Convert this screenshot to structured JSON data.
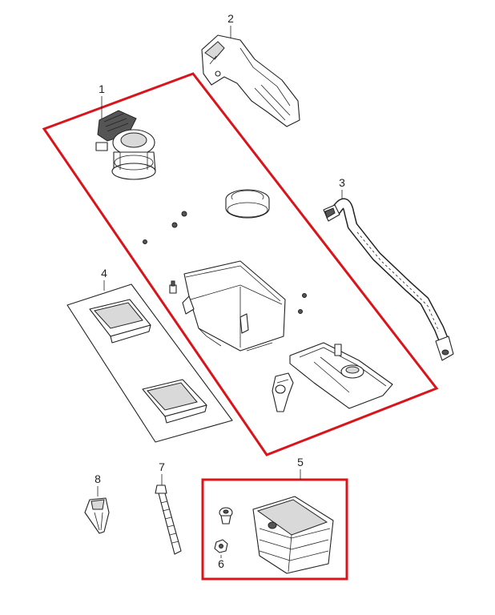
{
  "diagram": {
    "callouts": [
      "1",
      "2",
      "3",
      "4",
      "5",
      "6",
      "7",
      "8"
    ],
    "highlight_color": "#d9141b",
    "line_color": "#222222",
    "background": "#ffffff"
  }
}
